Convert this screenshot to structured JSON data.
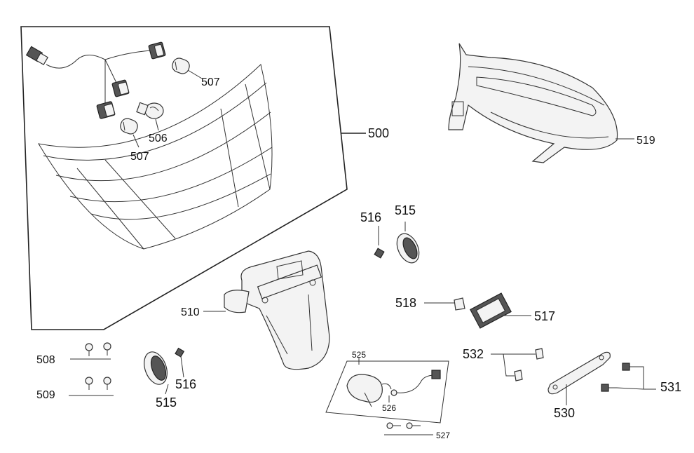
{
  "diagram": {
    "callouts": {
      "c500": "500",
      "c506": "506",
      "c507a": "507",
      "c507b": "507",
      "c508": "508",
      "c509": "509",
      "c510": "510",
      "c515a": "515",
      "c515b": "515",
      "c516a": "516",
      "c516b": "516",
      "c517": "517",
      "c518": "518",
      "c519": "519",
      "c525": "525",
      "c526": "526",
      "c527": "527",
      "c530": "530",
      "c531": "531",
      "c532": "532"
    }
  }
}
